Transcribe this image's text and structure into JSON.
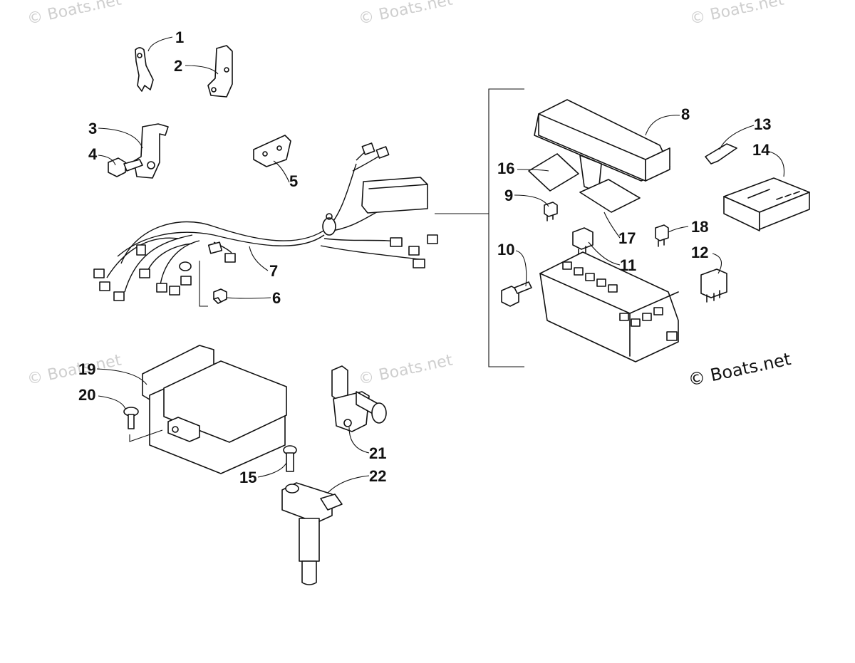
{
  "watermark": "© Boats.net",
  "brand": "© Boats.net",
  "callouts": [
    "1",
    "2",
    "3",
    "4",
    "5",
    "6",
    "7",
    "8",
    "9",
    "10",
    "11",
    "12",
    "13",
    "14",
    "15",
    "16",
    "17",
    "18",
    "19",
    "20",
    "21",
    "22"
  ]
}
